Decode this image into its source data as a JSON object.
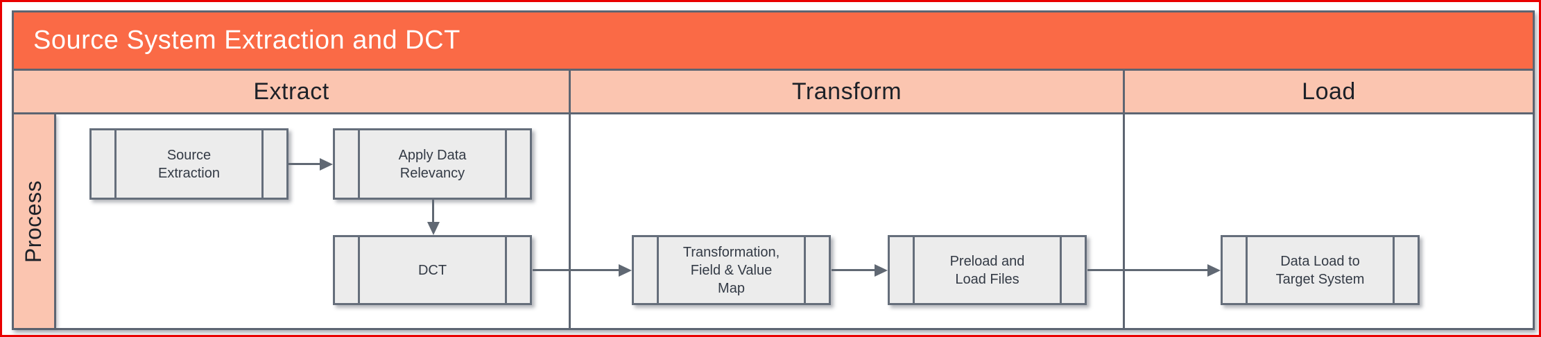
{
  "title": "Source System Extraction and DCT",
  "lane": {
    "label": "Process"
  },
  "columns": [
    {
      "label": "Extract"
    },
    {
      "label": "Transform"
    },
    {
      "label": "Load"
    }
  ],
  "nodes": [
    {
      "id": "source-extraction",
      "label": "Source\nExtraction",
      "column": "Extract",
      "shape": "predefined-process"
    },
    {
      "id": "apply-data-relevancy",
      "label": "Apply Data\nRelevancy",
      "column": "Extract",
      "shape": "predefined-process"
    },
    {
      "id": "dct",
      "label": "DCT",
      "column": "Extract",
      "shape": "predefined-process"
    },
    {
      "id": "transformation-field-value-map",
      "label": "Transformation,\nField & Value\nMap",
      "column": "Transform",
      "shape": "predefined-process"
    },
    {
      "id": "preload-and-load-files",
      "label": "Preload and\nLoad Files",
      "column": "Transform",
      "shape": "predefined-process"
    },
    {
      "id": "data-load-to-target-system",
      "label": "Data Load to\nTarget System",
      "column": "Load",
      "shape": "predefined-process"
    }
  ],
  "edges": [
    {
      "from": "source-extraction",
      "to": "apply-data-relevancy",
      "direction": "right"
    },
    {
      "from": "apply-data-relevancy",
      "to": "dct",
      "direction": "down"
    },
    {
      "from": "dct",
      "to": "transformation-field-value-map",
      "direction": "right"
    },
    {
      "from": "transformation-field-value-map",
      "to": "preload-and-load-files",
      "direction": "right"
    },
    {
      "from": "preload-and-load-files",
      "to": "data-load-to-target-system",
      "direction": "right"
    }
  ],
  "colors": {
    "outer_frame": "#e90000",
    "title_bar": "#fa6a46",
    "title_text": "#ffffff",
    "phase_header": "#fbc5b0",
    "lane_strip": "#fbc5b0",
    "stroke": "#5d6572",
    "box_fill": "#ececec",
    "box_stroke": "#656e7b",
    "box_text": "#333a45",
    "connector": "#606873"
  }
}
